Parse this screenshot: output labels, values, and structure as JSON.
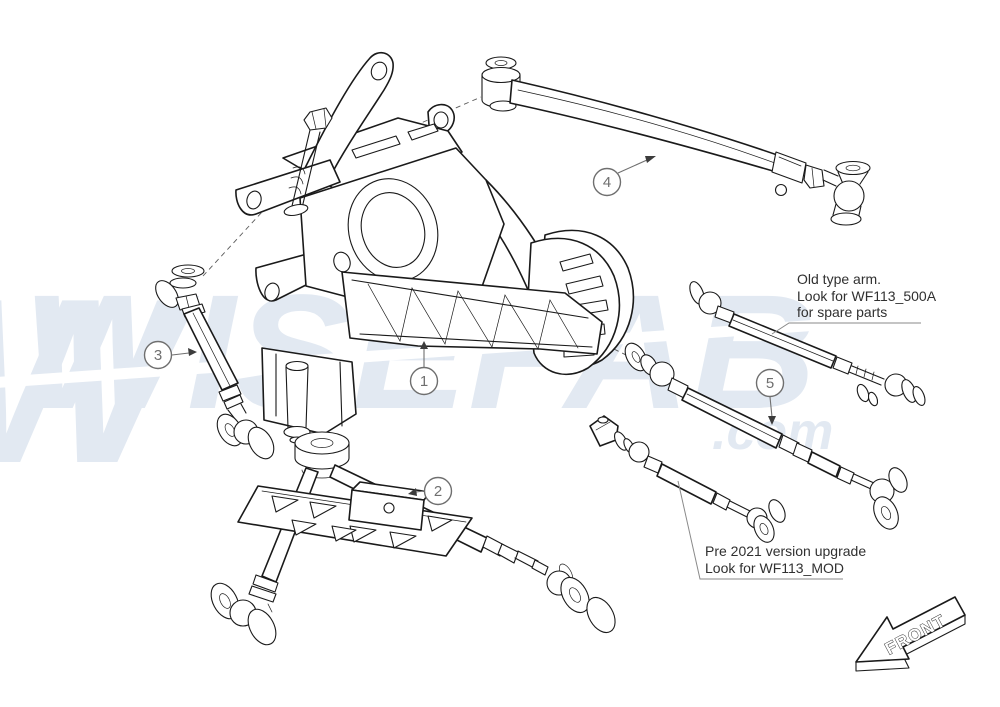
{
  "diagram": {
    "title_hint": "suspension exploded parts diagram",
    "watermark": {
      "w_initial": "W",
      "main": "WISEFAB",
      "suffix": ".com"
    },
    "callouts": [
      {
        "number": "1"
      },
      {
        "number": "2"
      },
      {
        "number": "3"
      },
      {
        "number": "4"
      },
      {
        "number": "5"
      }
    ],
    "notes": {
      "old_arm": {
        "lines": [
          "Old type arm.",
          "Look for WF113_500A",
          "for spare parts"
        ]
      },
      "pre_2021": {
        "lines": [
          "Pre 2021 version upgrade",
          "Look for WF113_MOD"
        ]
      }
    },
    "front_label": "FRONT",
    "colors": {
      "line": "#1a1a1a",
      "callout": "#6f6f6f",
      "note_text": "#303030",
      "watermark": "#e2e9f2",
      "background": "#ffffff"
    }
  }
}
